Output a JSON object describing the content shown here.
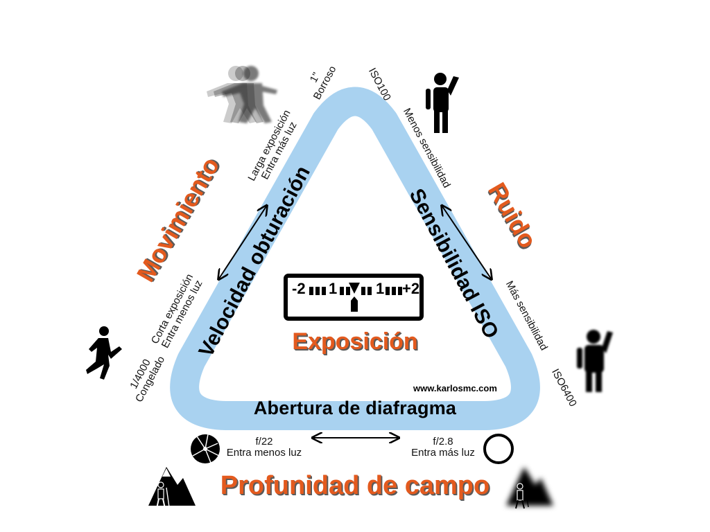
{
  "colors": {
    "triangle": "#a9d2f0",
    "accent": "#e35a1e",
    "text": "#000000"
  },
  "center": {
    "meter_scale": [
      "-2",
      "1",
      "1",
      "+2"
    ],
    "title": "Exposición",
    "website": "www.karlosmc.com"
  },
  "sides": {
    "left": "Velocidad obturación",
    "right": "Sensibilidad ISO",
    "bottom": "Abertura de diafragma"
  },
  "effects": {
    "left": "Movimiento",
    "right": "Ruido",
    "bottom": "Profunidad de campo"
  },
  "shutter": {
    "slow": {
      "value": "1\"",
      "result": "Borroso",
      "line1": "Larga exposición",
      "line2": "Entra más luz"
    },
    "fast": {
      "value": "1/4000",
      "result": "Congelado",
      "line1": "Corta exposición",
      "line2": "Entra menos luz"
    }
  },
  "iso": {
    "low": {
      "value": "ISO100",
      "desc": "Menos sensibilidad"
    },
    "high": {
      "value": "ISO6400",
      "desc": "Más sensibilidad"
    }
  },
  "aperture": {
    "small": {
      "value": "f/22",
      "desc": "Entra menos luz"
    },
    "wide": {
      "value": "f/2.8",
      "desc": "Entra más luz"
    }
  },
  "icons": [
    "blurred-runner-icon",
    "running-person-icon",
    "person-waving-icon",
    "person-waving-bold-icon",
    "small-aperture-icon",
    "wide-aperture-icon",
    "mountain-hiker-icon",
    "blurred-mountain-hiker-icon",
    "exposure-meter-icon",
    "double-arrow-icon"
  ]
}
